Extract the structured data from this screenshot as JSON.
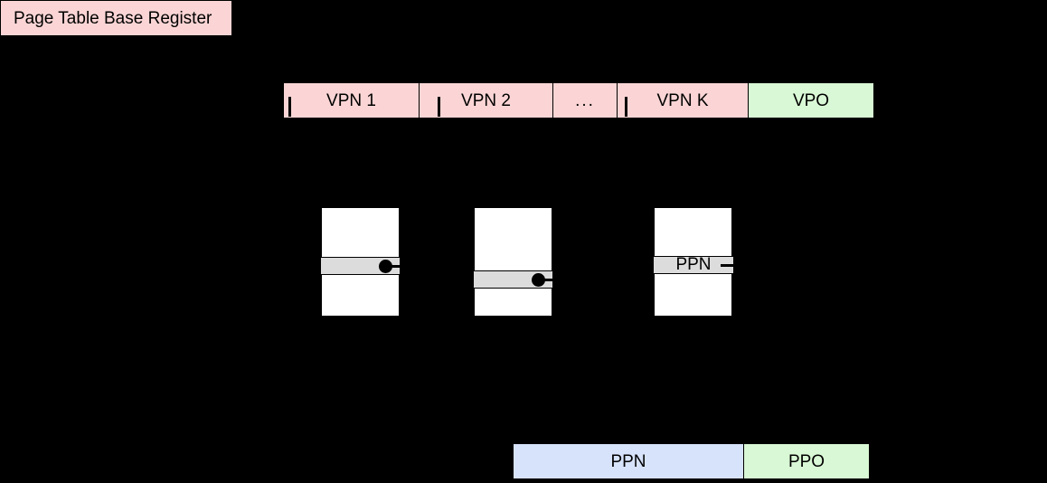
{
  "diagram": {
    "title": "multi-level-page-table-translation",
    "colors": {
      "background": "#000000",
      "vpn_fill": "#FBD5D5",
      "vpo_fill": "#D9F8D5",
      "ppn_fill": "#D7E3FB",
      "ppo_fill": "#D9F8D5",
      "entry_fill": "#DCDCDC",
      "table_fill": "#FFFFFF",
      "stroke": "#000000"
    }
  },
  "register": {
    "label": "Page Table Base Register"
  },
  "virtual_address": {
    "fields": [
      {
        "label": "VPN 1"
      },
      {
        "label": "VPN 2"
      },
      {
        "label": "..."
      },
      {
        "label": "VPN K"
      },
      {
        "label": "VPO"
      }
    ]
  },
  "page_tables": [
    {
      "entry_label": ""
    },
    {
      "entry_label": ""
    },
    {
      "entry_label": "PPN"
    }
  ],
  "physical_address": {
    "fields": [
      {
        "label": "PPN"
      },
      {
        "label": "PPO"
      }
    ]
  }
}
